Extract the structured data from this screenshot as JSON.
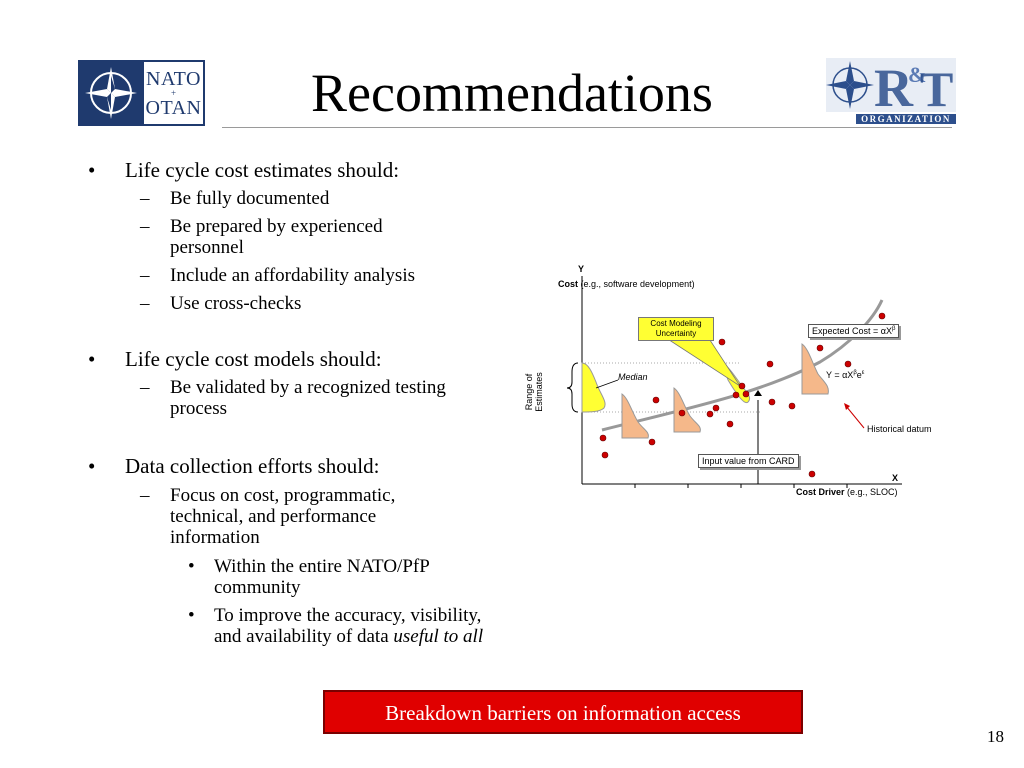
{
  "header": {
    "title": "Recommendations",
    "nato_logo": {
      "line1": "NATO",
      "separator": "+",
      "line2": "OTAN"
    },
    "rt_logo": {
      "letters": "R&T",
      "subtitle": "ORGANIZATION"
    }
  },
  "bullets": [
    {
      "text": "Life cycle cost estimates should:",
      "subs": [
        {
          "text": "Be fully documented"
        },
        {
          "text": "Be prepared by experienced personnel"
        },
        {
          "text": "Include an affordability analysis"
        },
        {
          "text": "Use cross-checks"
        }
      ]
    },
    {
      "text": "Life cycle cost models should:",
      "subs": [
        {
          "text": "Be validated by a recognized testing process"
        }
      ]
    },
    {
      "text": "Data collection efforts should:",
      "subs": [
        {
          "text": "Focus on cost, programmatic, technical, and performance information",
          "subsubs": [
            {
              "text": "Within the entire NATO/PfP community"
            },
            {
              "text": "To improve the accuracy, visibility, and availability of data ",
              "emph": "useful to all"
            }
          ]
        }
      ]
    }
  ],
  "diagram": {
    "y_axis": {
      "letter": "Y",
      "label_bold": "Cost",
      "label_rest": "(e.g., software development)"
    },
    "x_axis": {
      "letter": "X",
      "label_bold": "Cost Driver",
      "label_rest": "(e.g., SLOC)"
    },
    "range_label": [
      "Range of",
      "Estimates"
    ],
    "median_label": "Median",
    "uncertainty_box": [
      "Cost Modeling",
      "Uncertainty"
    ],
    "expected_cost_box": "Expected Cost = αXβ",
    "expected_cost_prefix": "Expected Cost = αX",
    "expected_cost_sup": "β",
    "model_label_prefix": "Y = αX",
    "model_label_sup1": "β",
    "model_label_mid": "e",
    "model_label_sup2": "ε",
    "historical_label": "Historical datum",
    "input_box": "Input value from CARD",
    "colors": {
      "curve": "#999999",
      "points": "#cc0000",
      "yellow": "#ffff33",
      "orange": "#f5b88a"
    }
  },
  "banner": "Breakdown barriers on information access",
  "page_number": "18"
}
